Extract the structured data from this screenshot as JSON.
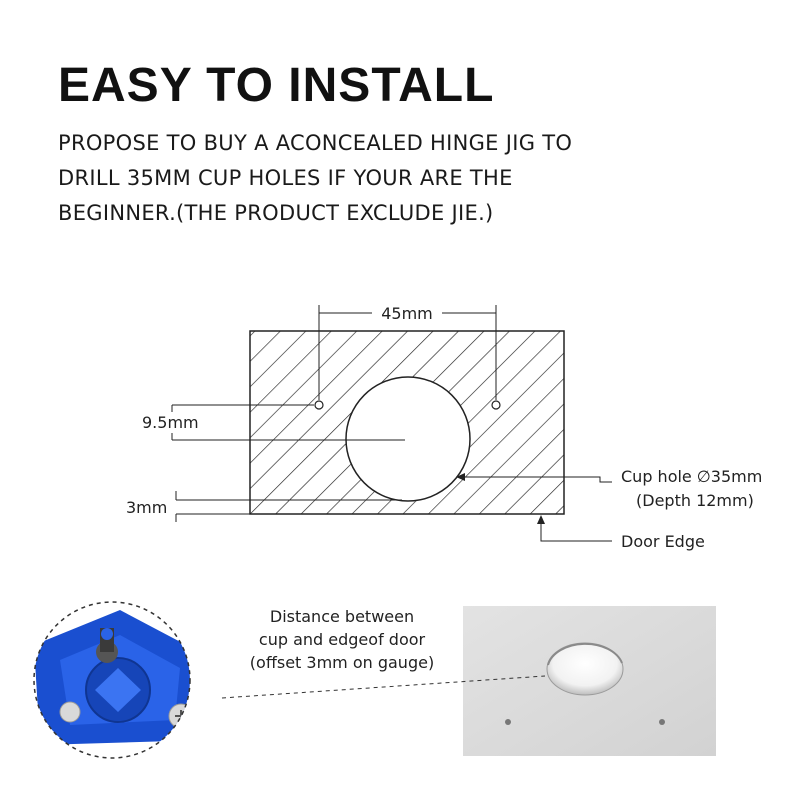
{
  "heading": {
    "title": "EASY TO INSTALL",
    "lines": [
      "PROPOSE TO BUY A ACONCEALED HINGE JIG TO",
      "DRILL 35MM CUP HOLES IF YOUR ARE THE",
      "BEGINNER.(THE PRODUCT EXCLUDE JIE.)"
    ]
  },
  "diagram": {
    "spacing_label": "45mm",
    "offset_label": "9.5mm",
    "edge_label": "3mm",
    "cup_hole_label": "Cup hole ∅35mm",
    "depth_label": "(Depth 12mm)",
    "door_edge_label": "Door Edge"
  },
  "photo_caption": {
    "lines": [
      "Distance between",
      "cup and edgeof door",
      "(offset 3mm on gauge)"
    ]
  },
  "colors": {
    "jig_blue": "#1a4fd0",
    "panel_grey": "#d9d9d9",
    "line": "#222222"
  }
}
